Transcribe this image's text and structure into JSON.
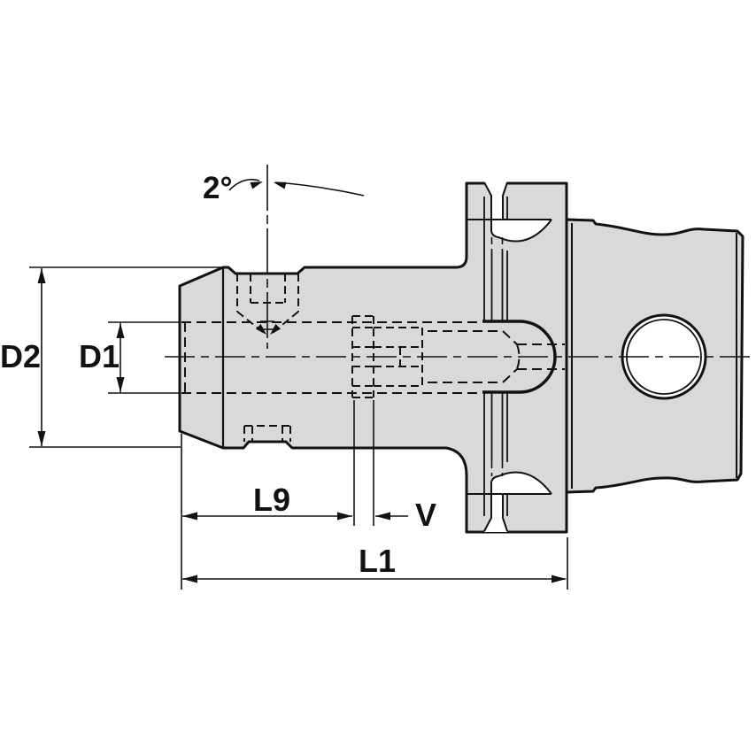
{
  "drawing": {
    "background": "#ffffff",
    "part_fill": "#d9d9d9",
    "line_color": "#121212",
    "labels": {
      "angle": "2°",
      "d2": "D2",
      "d1": "D1",
      "l9": "L9",
      "v": "V",
      "l1": "L1"
    }
  }
}
